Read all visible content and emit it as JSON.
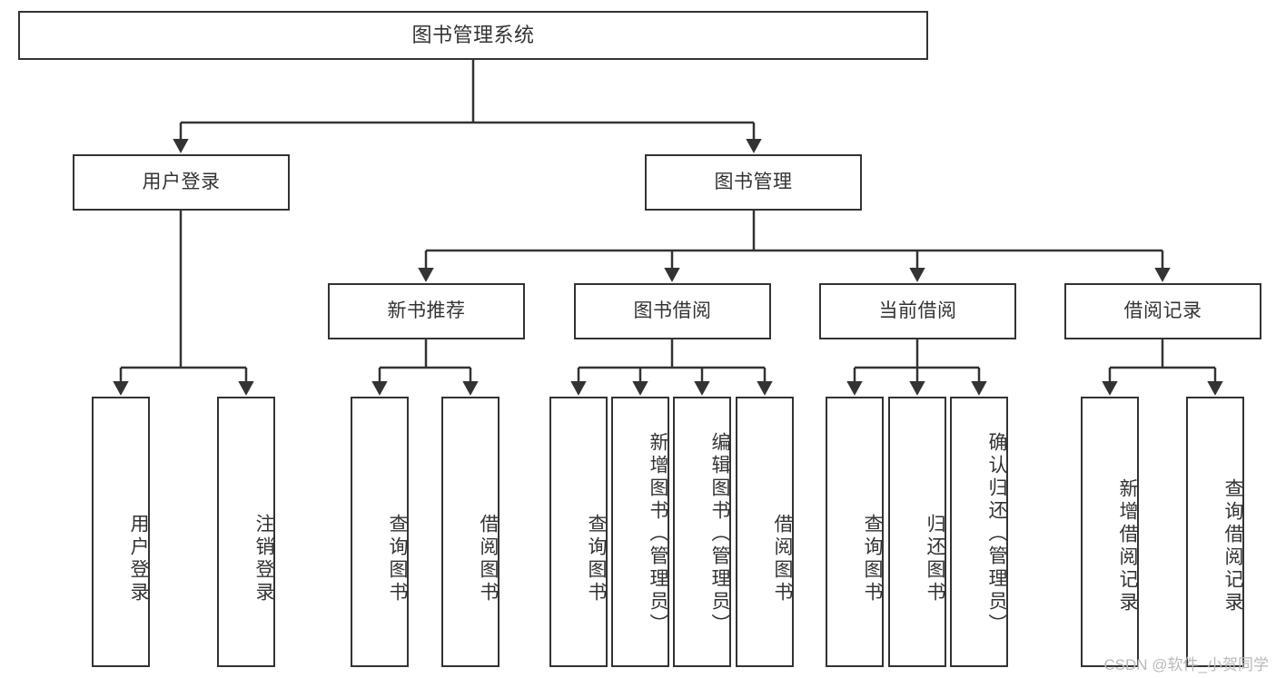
{
  "diagram": {
    "title": "图书管理系统",
    "type": "tree",
    "root": {
      "label": "图书管理系统"
    },
    "level1": [
      {
        "label": "用户登录"
      },
      {
        "label": "图书管理"
      }
    ],
    "level2": [
      {
        "label": "新书推荐"
      },
      {
        "label": "图书借阅"
      },
      {
        "label": "当前借阅"
      },
      {
        "label": "借阅记录"
      }
    ],
    "leaves": {
      "user_login": [
        {
          "label": "用户登录"
        },
        {
          "label": "注销登录"
        }
      ],
      "new_book_recommend": [
        {
          "label": "查询图书"
        },
        {
          "label": "借阅图书"
        }
      ],
      "book_borrow": [
        {
          "label": "查询图书"
        },
        {
          "label": "新增图书（管理员）"
        },
        {
          "label": "编辑图书（管理员）"
        },
        {
          "label": "借阅图书"
        }
      ],
      "current_borrow": [
        {
          "label": "查询图书"
        },
        {
          "label": "归还图书"
        },
        {
          "label": "确认归还（管理员）"
        }
      ],
      "borrow_record": [
        {
          "label": "新增借阅记录"
        },
        {
          "label": "查询借阅记录"
        }
      ]
    },
    "watermark": "CSDN @软件_小贺同学",
    "colors": {
      "stroke": "#333333",
      "background": "#ffffff",
      "text": "#333333",
      "watermark": "#b9b9b9"
    }
  }
}
